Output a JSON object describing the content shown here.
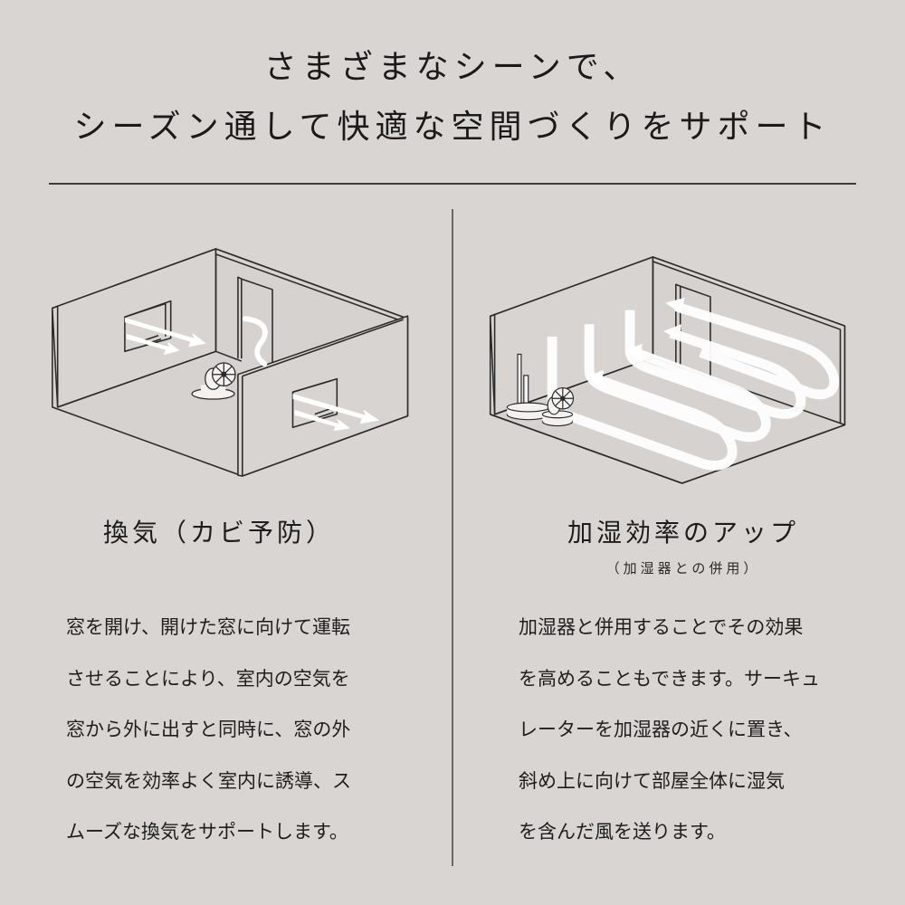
{
  "headline": {
    "line1": "さまざまなシーンで、",
    "line2": "シーズン通して快適な空間づくりをサポート"
  },
  "colors": {
    "background": "#d9d5d2",
    "text": "#1e1e1e",
    "divider": "#3b3b3b",
    "room_line": "#2b2b2b",
    "airflow": "#ffffff"
  },
  "sections": [
    {
      "illustration": "room-ventilation-diagram",
      "title": "換気（カビ予防）",
      "subtitle": "",
      "body_lines": [
        "窓を開け、開けた窓に向けて運転",
        "させることにより、室内の空気を",
        "窓から外に出すと同時に、窓の外",
        "の空気を効率よく室内に誘導、ス",
        "ムーズな換気をサポートします。"
      ]
    },
    {
      "illustration": "room-humidifier-circulation-diagram",
      "title": "加湿効率のアップ",
      "subtitle": "（加湿器との併用）",
      "body_lines": [
        "加湿器と併用することでその効果",
        "を高めることもできます。サーキュ",
        "レーターを加湿器の近くに置き、",
        "斜め上に向けて部屋全体に湿気",
        "を含んだ風を送ります。"
      ]
    }
  ]
}
